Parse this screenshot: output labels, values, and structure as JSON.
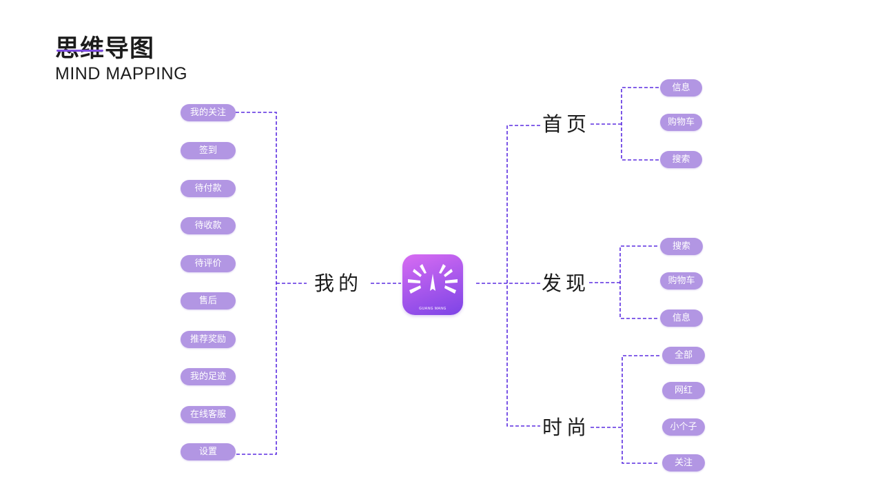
{
  "title": "思维导图",
  "subtitle": "MIND MAPPING",
  "logo": {
    "caption": "GUANG MANG"
  },
  "left_branch": {
    "label": "我的",
    "items": [
      "我的关注",
      "签到",
      "待付款",
      "待收款",
      "待评价",
      "售后",
      "推荐奖励",
      "我的足迹",
      "在线客服",
      "设置"
    ]
  },
  "right_branches": [
    {
      "label": "首页",
      "items": [
        "信息",
        "购物车",
        "搜索"
      ]
    },
    {
      "label": "发现",
      "items": [
        "搜索",
        "购物车",
        "信息"
      ]
    },
    {
      "label": "时尚",
      "items": [
        "全部",
        "网红",
        "小个子",
        "关注"
      ]
    }
  ],
  "colors": {
    "accent": "#5a2be0",
    "pill": "#b296e3",
    "logo_start": "#d86cf2",
    "logo_end": "#7d44e6"
  }
}
